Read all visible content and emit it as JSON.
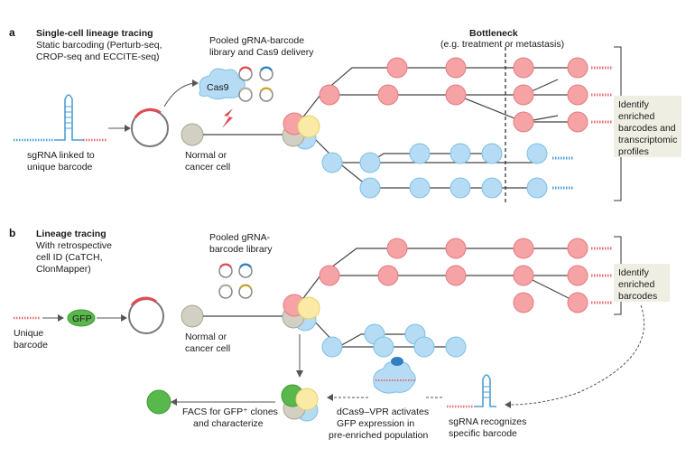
{
  "panel_a": {
    "letter": "a",
    "title": "Single-cell lineage tracing",
    "subtitle_lines": [
      "Static barcoding (Perturb-seq,",
      "CROP-seq and ECCITE-seq)"
    ],
    "library_lines": [
      "Pooled gRNA-barcode",
      "library and Cas9 delivery"
    ],
    "cas9": "Cas9",
    "sgrna_lines": [
      "sgRNA linked to",
      "unique barcode"
    ],
    "cell_lines": [
      "Normal or",
      "cancer cell"
    ],
    "bottleneck_title": "Bottleneck",
    "bottleneck_sub": "(e.g. treatment or metastasis)",
    "identify_lines": [
      "Identify",
      "enriched",
      "barcodes and",
      "transcriptomic",
      "profiles"
    ]
  },
  "panel_b": {
    "letter": "b",
    "title": "Lineage tracing",
    "subtitle_lines": [
      "With retrospective",
      "cell ID (CaTCH,",
      "ClonMapper)"
    ],
    "library_lines": [
      "Pooled gRNA-",
      "barcode library"
    ],
    "gfp": "GFP",
    "barcode_lines": [
      "Unique",
      "barcode"
    ],
    "cell_lines": [
      "Normal or",
      "cancer cell"
    ],
    "identify_lines": [
      "Identify",
      "enriched",
      "barcodes"
    ],
    "sgrna_lines": [
      "sgRNA recognizes",
      "specific barcode"
    ],
    "dcas_lines": [
      "dCas9–VPR activates",
      "GFP expression in",
      "pre-enriched population"
    ],
    "facs_lines": [
      "FACS for GFP⁺ clones",
      "and characterize"
    ]
  },
  "colors": {
    "red_cell": "#f6a3a6",
    "blue_cell": "#b5dcf4",
    "yellow_cell": "#fbeaa6",
    "grey_cell": "#d2d0c2",
    "green": "#59b84c",
    "box_bg": "#efeee2"
  }
}
